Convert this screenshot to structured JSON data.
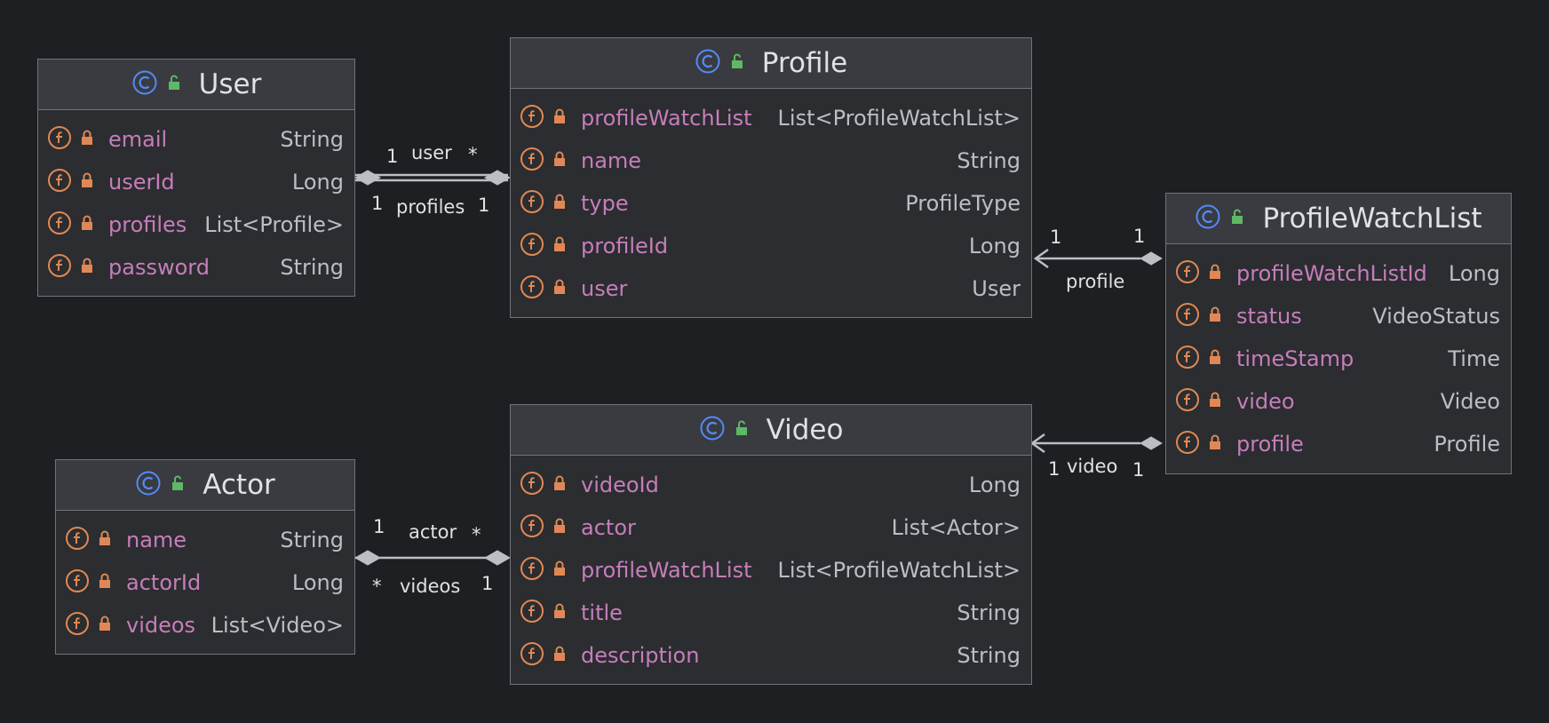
{
  "diagram": {
    "classes": [
      {
        "id": "user",
        "name": "User",
        "fields": [
          {
            "name": "email",
            "type": "String"
          },
          {
            "name": "userId",
            "type": "Long"
          },
          {
            "name": "profiles",
            "type": "List<Profile>"
          },
          {
            "name": "password",
            "type": "String"
          }
        ]
      },
      {
        "id": "profile",
        "name": "Profile",
        "fields": [
          {
            "name": "profileWatchList",
            "type": "List<ProfileWatchList>"
          },
          {
            "name": "name",
            "type": "String"
          },
          {
            "name": "type",
            "type": "ProfileType"
          },
          {
            "name": "profileId",
            "type": "Long"
          },
          {
            "name": "user",
            "type": "User"
          }
        ]
      },
      {
        "id": "profilewatchlist",
        "name": "ProfileWatchList",
        "fields": [
          {
            "name": "profileWatchListId",
            "type": "Long"
          },
          {
            "name": "status",
            "type": "VideoStatus"
          },
          {
            "name": "timeStamp",
            "type": "Time"
          },
          {
            "name": "video",
            "type": "Video"
          },
          {
            "name": "profile",
            "type": "Profile"
          }
        ]
      },
      {
        "id": "video",
        "name": "Video",
        "fields": [
          {
            "name": "videoId",
            "type": "Long"
          },
          {
            "name": "actor",
            "type": "List<Actor>"
          },
          {
            "name": "profileWatchList",
            "type": "List<ProfileWatchList>"
          },
          {
            "name": "title",
            "type": "String"
          },
          {
            "name": "description",
            "type": "String"
          }
        ]
      },
      {
        "id": "actor",
        "name": "Actor",
        "fields": [
          {
            "name": "name",
            "type": "String"
          },
          {
            "name": "actorId",
            "type": "Long"
          },
          {
            "name": "videos",
            "type": "List<Video>"
          }
        ]
      }
    ],
    "relationships": [
      {
        "id": "user-profile",
        "labels": [
          "1",
          "user",
          "*",
          "1",
          "profiles",
          "1"
        ]
      },
      {
        "id": "pwl-profile",
        "labels": [
          "1",
          "1",
          "profile"
        ]
      },
      {
        "id": "pwl-video",
        "labels": [
          "1",
          "video",
          "1"
        ]
      },
      {
        "id": "actor-video",
        "labels": [
          "1",
          "actor",
          "*",
          "*",
          "videos",
          "1"
        ]
      }
    ]
  },
  "colors": {
    "background": "#1e1f22",
    "class_icon": "#548af7",
    "visibility_icon": "#5fb865",
    "field_icon": "#e08855",
    "field_name": "#c77dbb",
    "type_text": "#bcbec4",
    "edge": "#bcbec4"
  },
  "icons": {
    "class": "class-c-icon",
    "visibility": "public-unlock-icon",
    "field": "field-f-icon",
    "private": "private-lock-icon"
  }
}
